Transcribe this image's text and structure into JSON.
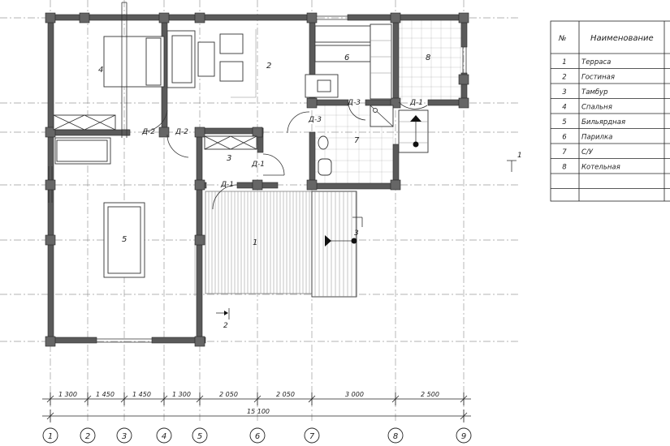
{
  "rooms": [
    {
      "num": "1",
      "name": "Терраса"
    },
    {
      "num": "2",
      "name": "Гостиная"
    },
    {
      "num": "3",
      "name": "Тамбур"
    },
    {
      "num": "4",
      "name": "Спальня"
    },
    {
      "num": "5",
      "name": "Бильярдная"
    },
    {
      "num": "6",
      "name": "Парилка"
    },
    {
      "num": "7",
      "name": "С/У"
    },
    {
      "num": "8",
      "name": "Котельная"
    }
  ],
  "table": {
    "col_num": "№",
    "col_name": "Наименование"
  },
  "doors": {
    "d1": "Д-1",
    "d2": "Д-2",
    "d3": "Д-3"
  },
  "sections": {
    "s1": "1",
    "s2": "2",
    "s3": "3"
  },
  "dimensions": {
    "segments": [
      "1 300",
      "1 450",
      "1 450",
      "1 300",
      "2 050",
      "2 050",
      "3 000",
      "2 500"
    ],
    "total": "15 100"
  },
  "axes": [
    "1",
    "2",
    "3",
    "4",
    "5",
    "6",
    "7",
    "8",
    "9"
  ]
}
